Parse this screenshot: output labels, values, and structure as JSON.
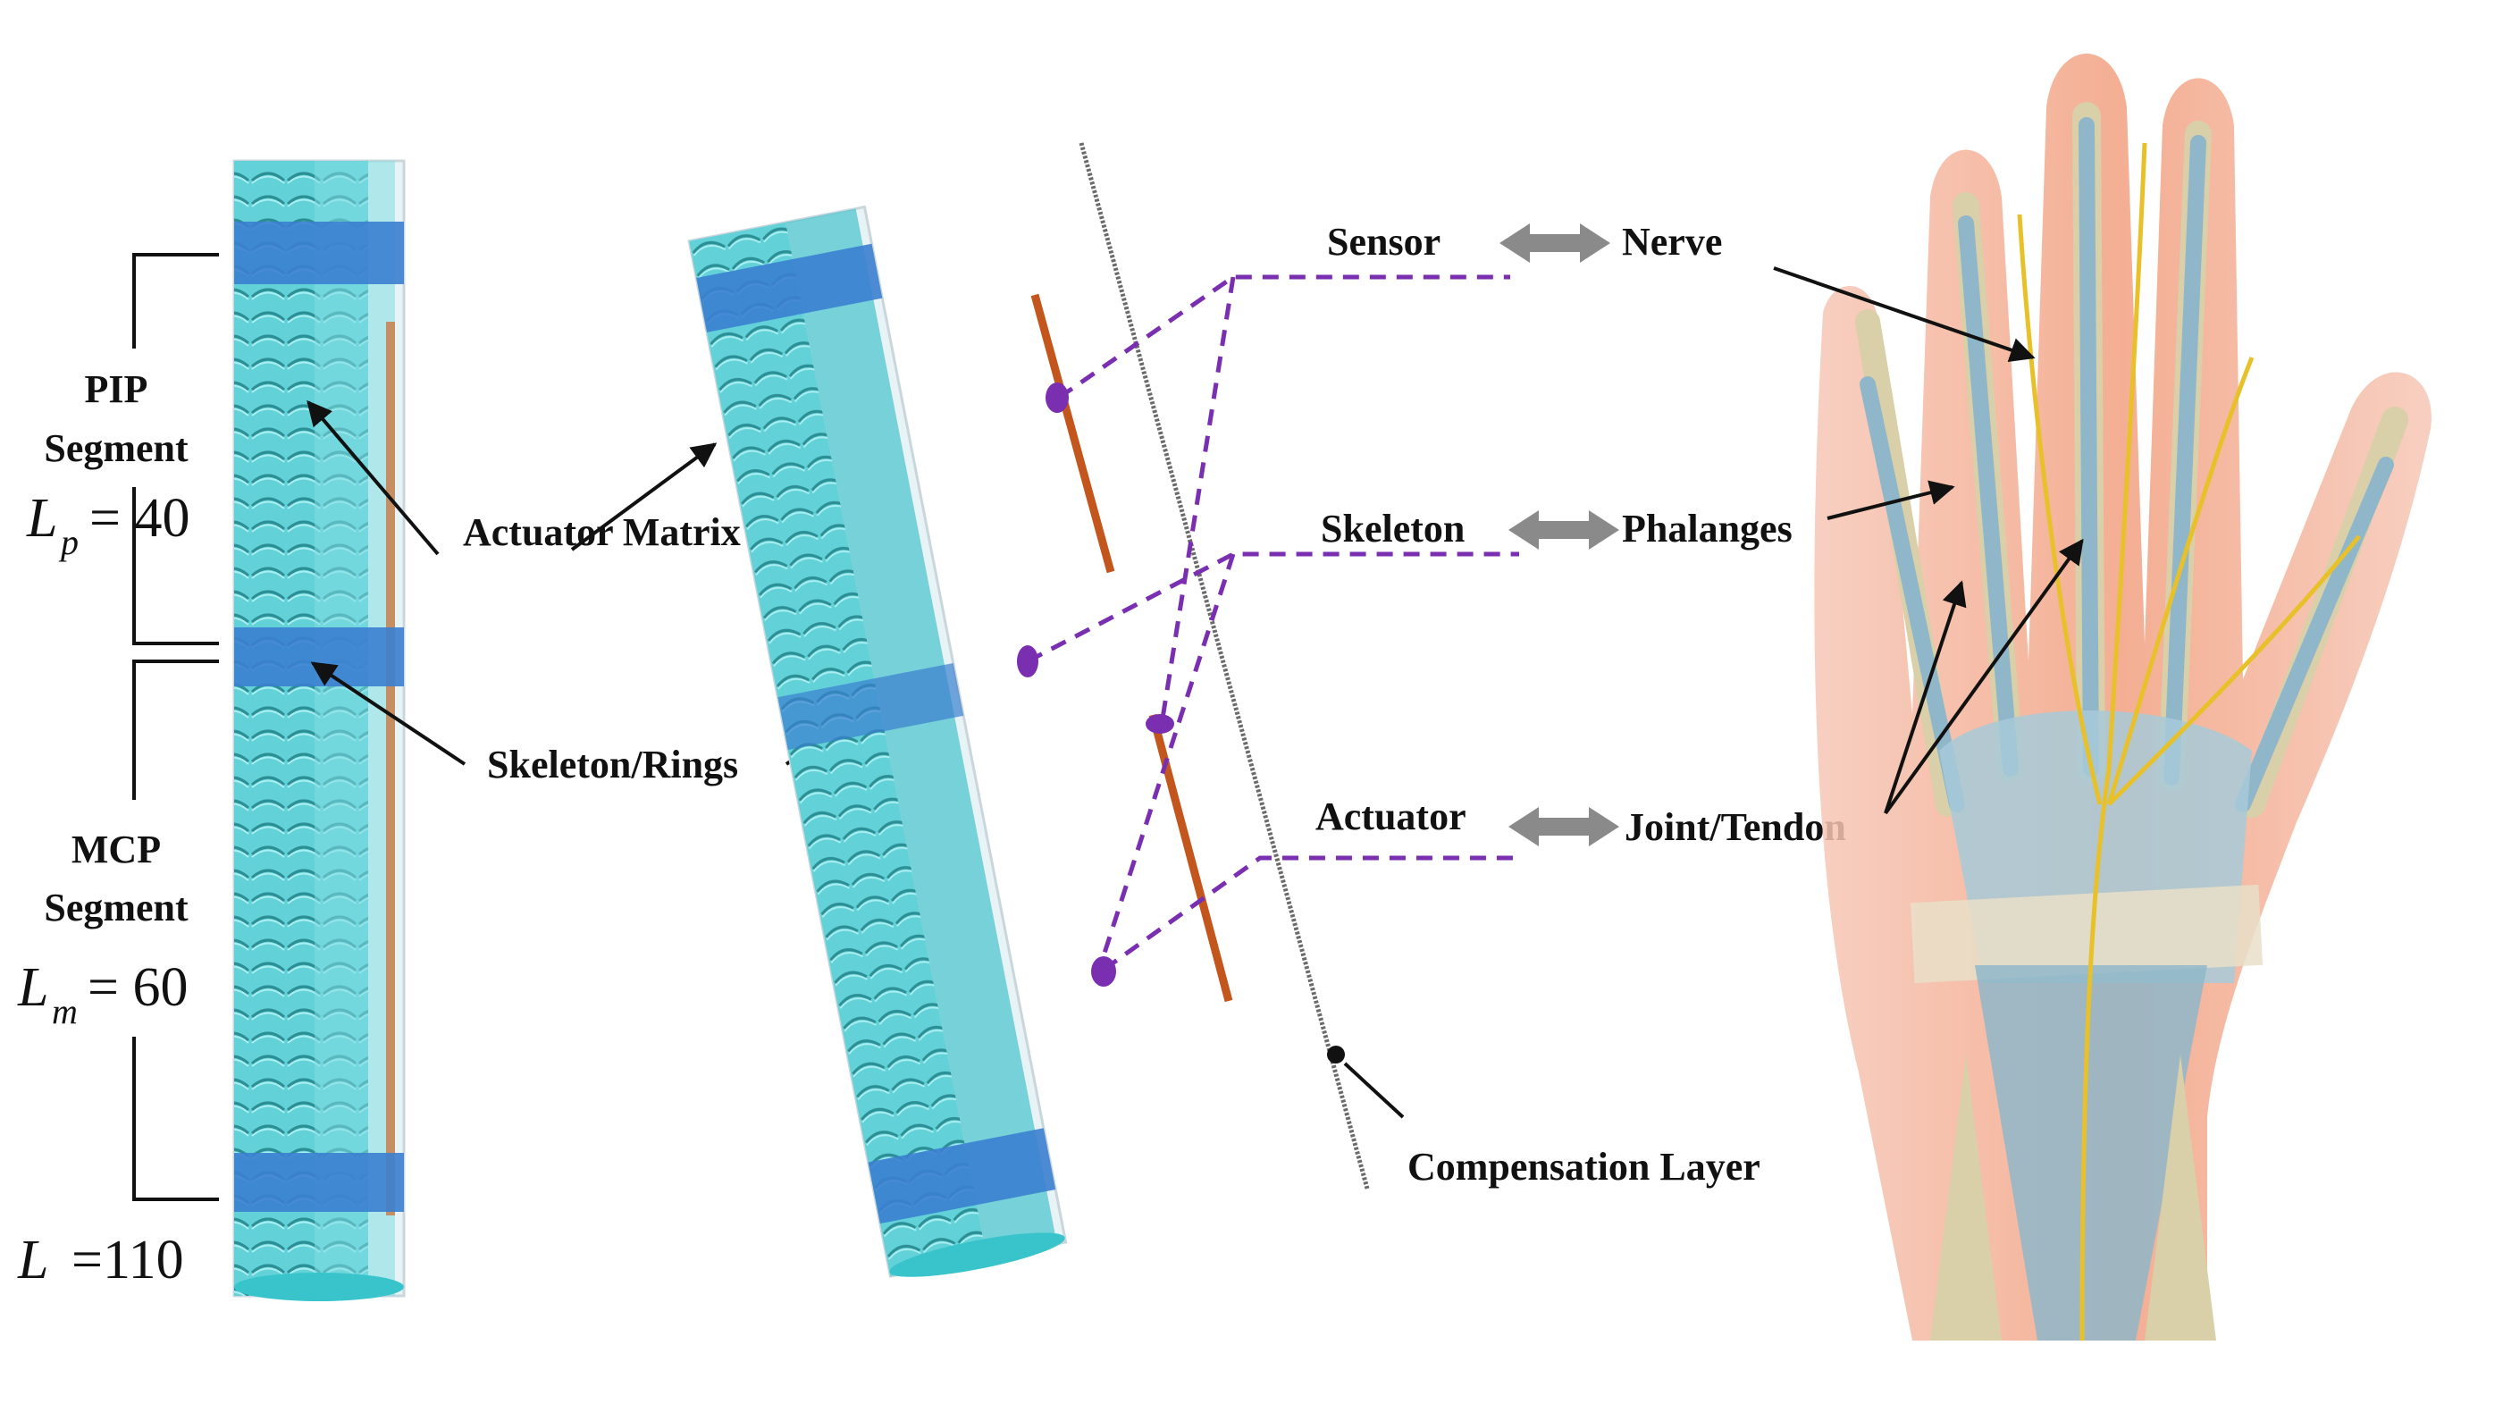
{
  "figure": {
    "left_annotations": {
      "pip_line1": "PIP",
      "pip_line2": "Segment",
      "pip_len_var": "L",
      "pip_len_sub": "p",
      "pip_len_eq": "= 40",
      "mcp_line1": "MCP",
      "mcp_line2": "Segment",
      "mcp_len_var": "L",
      "mcp_len_sub": "m",
      "mcp_len_eq": "= 60",
      "total_len_var": "L",
      "total_len_eq": "=110"
    },
    "callouts": {
      "actuator_matrix": "Actuator Matrix",
      "skeleton_rings": "Skeleton/Rings",
      "compensation_layer": "Compensation Layer"
    },
    "analogy": [
      {
        "robot": "Sensor",
        "bio": "Nerve"
      },
      {
        "robot": "Skeleton",
        "bio": "Phalanges"
      },
      {
        "robot": "Actuator",
        "bio": "Joint/Tendon"
      }
    ],
    "colors": {
      "tube": "#5fd3d8",
      "ring": "#3b7fd0",
      "rod": "#c2561d",
      "dash": "#7a2fb0",
      "arrow_gray": "#8a8a8a"
    }
  }
}
